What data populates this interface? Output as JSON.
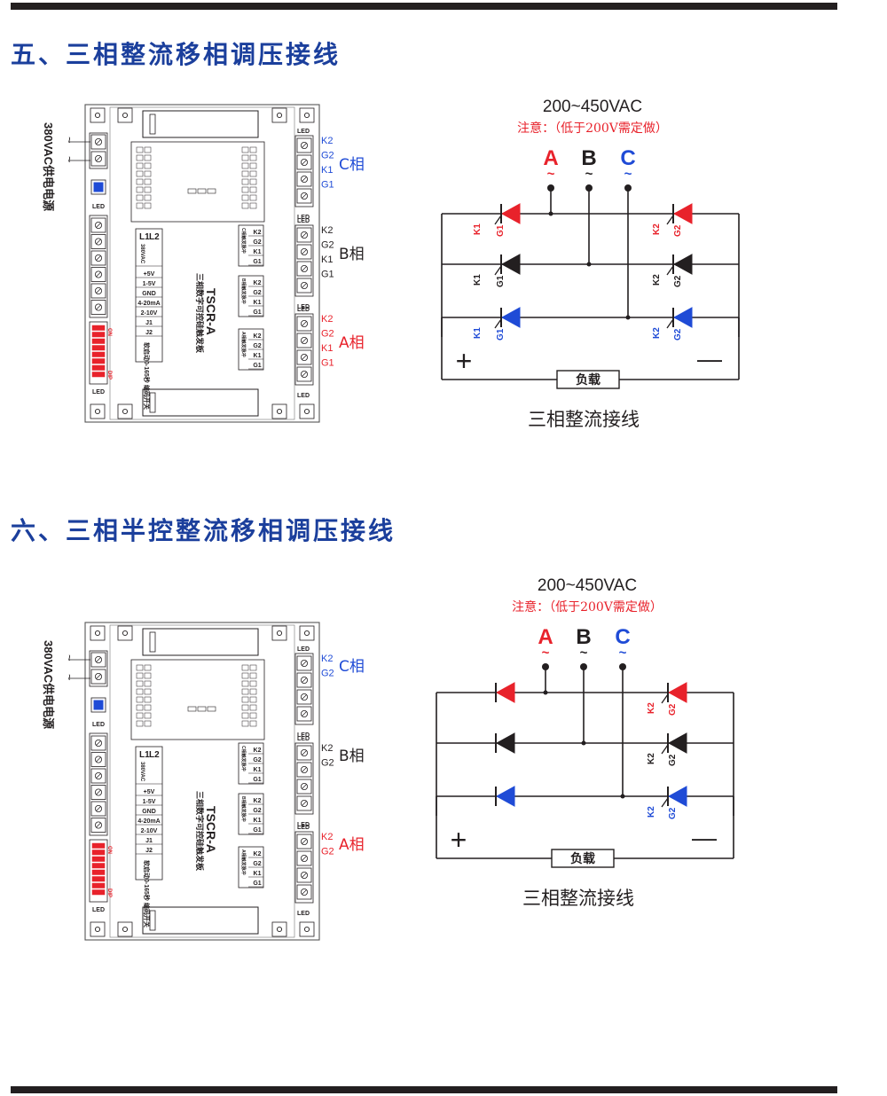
{
  "sections": [
    {
      "title": "五、三相整流移相调压接线",
      "board": {
        "supply_label": "380VAC供电电源",
        "model": "TSCR-A",
        "board_name": "三相数字可控硅触发板",
        "led_label": "LED",
        "dip_on": "ON",
        "dip_label": "DIP",
        "left_terms": [
          "L1",
          "L2",
          "380VAC",
          "",
          "+5V",
          "1-5V",
          "GND",
          "4-20mA",
          "2-10V",
          "J1",
          "J2"
        ],
        "dip_text": "软启动0-165秒 编码开关",
        "groups": [
          {
            "title": "C相触发脉冲",
            "pins": [
              "K2",
              "G2",
              "K1",
              "G1"
            ]
          },
          {
            "title": "B相触发脉冲",
            "pins": [
              "K2",
              "G2",
              "K1",
              "G1"
            ]
          },
          {
            "title": "A相触发脉冲",
            "pins": [
              "K2",
              "G2",
              "K1",
              "G1"
            ]
          }
        ]
      },
      "right_labels": [
        {
          "phase": "C相",
          "pins": [
            "K2",
            "G2",
            "K1",
            "G1"
          ],
          "color": "#1f4bd6"
        },
        {
          "phase": "B相",
          "pins": [
            "K2",
            "G2",
            "K1",
            "G1"
          ],
          "color": "#231f20"
        },
        {
          "phase": "A相",
          "pins": [
            "K2",
            "G2",
            "K1",
            "G1"
          ],
          "color": "#e8222b"
        }
      ],
      "voltage": "200~450VAC",
      "note": "注意：（低于200V需定做）",
      "phases": [
        {
          "label": "A",
          "color": "#e8222b"
        },
        {
          "label": "B",
          "color": "#231f20"
        },
        {
          "label": "C",
          "color": "#1f4bd6"
        }
      ],
      "tilde": "~",
      "load": "负载",
      "plus": "+",
      "minus": "—",
      "caption": "三相整流接线",
      "left_thyristor_labels": [
        "K1",
        "G1"
      ],
      "right_thyristor_labels": [
        "K2",
        "G2"
      ]
    },
    {
      "title": "六、三相半控整流移相调压接线",
      "board": {
        "supply_label": "380VAC供电电源",
        "model": "TSCR-A",
        "board_name": "三相数字可控硅触发板",
        "led_label": "LED",
        "dip_on": "ON",
        "dip_label": "DIP",
        "left_terms": [
          "L1",
          "L2",
          "380VAC",
          "",
          "+5V",
          "1-5V",
          "GND",
          "4-20mA",
          "2-10V",
          "J1",
          "J2"
        ],
        "dip_text": "软启动0-165秒 编码开关",
        "groups": [
          {
            "title": "C相触发脉冲",
            "pins": [
              "K2",
              "G2",
              "K1",
              "G1"
            ]
          },
          {
            "title": "B相触发脉冲",
            "pins": [
              "K2",
              "G2",
              "K1",
              "G1"
            ]
          },
          {
            "title": "A相触发脉冲",
            "pins": [
              "K2",
              "G2",
              "K1",
              "G1"
            ]
          }
        ]
      },
      "right_labels": [
        {
          "phase": "C相",
          "pins": [
            "K2",
            "G2"
          ],
          "color": "#1f4bd6"
        },
        {
          "phase": "B相",
          "pins": [
            "K2",
            "G2"
          ],
          "color": "#231f20"
        },
        {
          "phase": "A相",
          "pins": [
            "K2",
            "G2"
          ],
          "color": "#e8222b"
        }
      ],
      "voltage": "200~450VAC",
      "note": "注意：（低于200V需定做）",
      "phases": [
        {
          "label": "A",
          "color": "#e8222b"
        },
        {
          "label": "B",
          "color": "#231f20"
        },
        {
          "label": "C",
          "color": "#1f4bd6"
        }
      ],
      "tilde": "~",
      "load": "负载",
      "plus": "+",
      "minus": "—",
      "caption": "三相整流接线",
      "right_thyristor_labels": [
        "K2",
        "G2"
      ]
    }
  ]
}
